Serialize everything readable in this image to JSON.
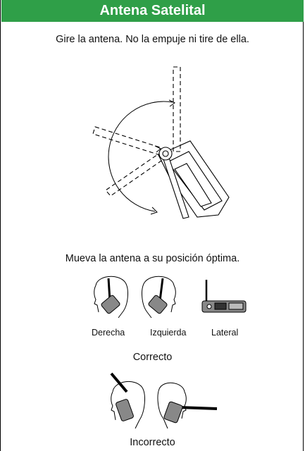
{
  "header": {
    "title": "Antena Satelital",
    "bg_color": "#2f9f48"
  },
  "instructions": {
    "rotate": "Gire la antena. No la empuje ni tire de ella.",
    "position": "Mueva la antena a su posición óptima."
  },
  "positions": {
    "right": "Derecha",
    "left": "Izquierda",
    "side": "Lateral"
  },
  "verdicts": {
    "correct": "Correcto",
    "incorrect": "Incorrecto"
  }
}
